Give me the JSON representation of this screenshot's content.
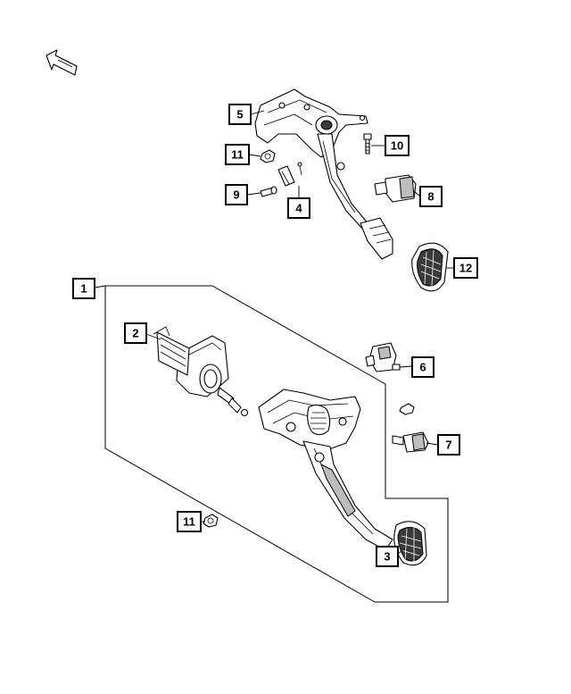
{
  "callouts": [
    {
      "id": "c1",
      "label": "1"
    },
    {
      "id": "c2",
      "label": "2"
    },
    {
      "id": "c3",
      "label": "3"
    },
    {
      "id": "c4",
      "label": "4"
    },
    {
      "id": "c5",
      "label": "5"
    },
    {
      "id": "c6",
      "label": "6"
    },
    {
      "id": "c7",
      "label": "7"
    },
    {
      "id": "c8",
      "label": "8"
    },
    {
      "id": "c9",
      "label": "9"
    },
    {
      "id": "c10",
      "label": "10"
    },
    {
      "id": "c11a",
      "label": "11"
    },
    {
      "id": "c11b",
      "label": "11"
    },
    {
      "id": "c12",
      "label": "12"
    }
  ],
  "icons": {
    "orientation": "front-arrow-icon"
  }
}
